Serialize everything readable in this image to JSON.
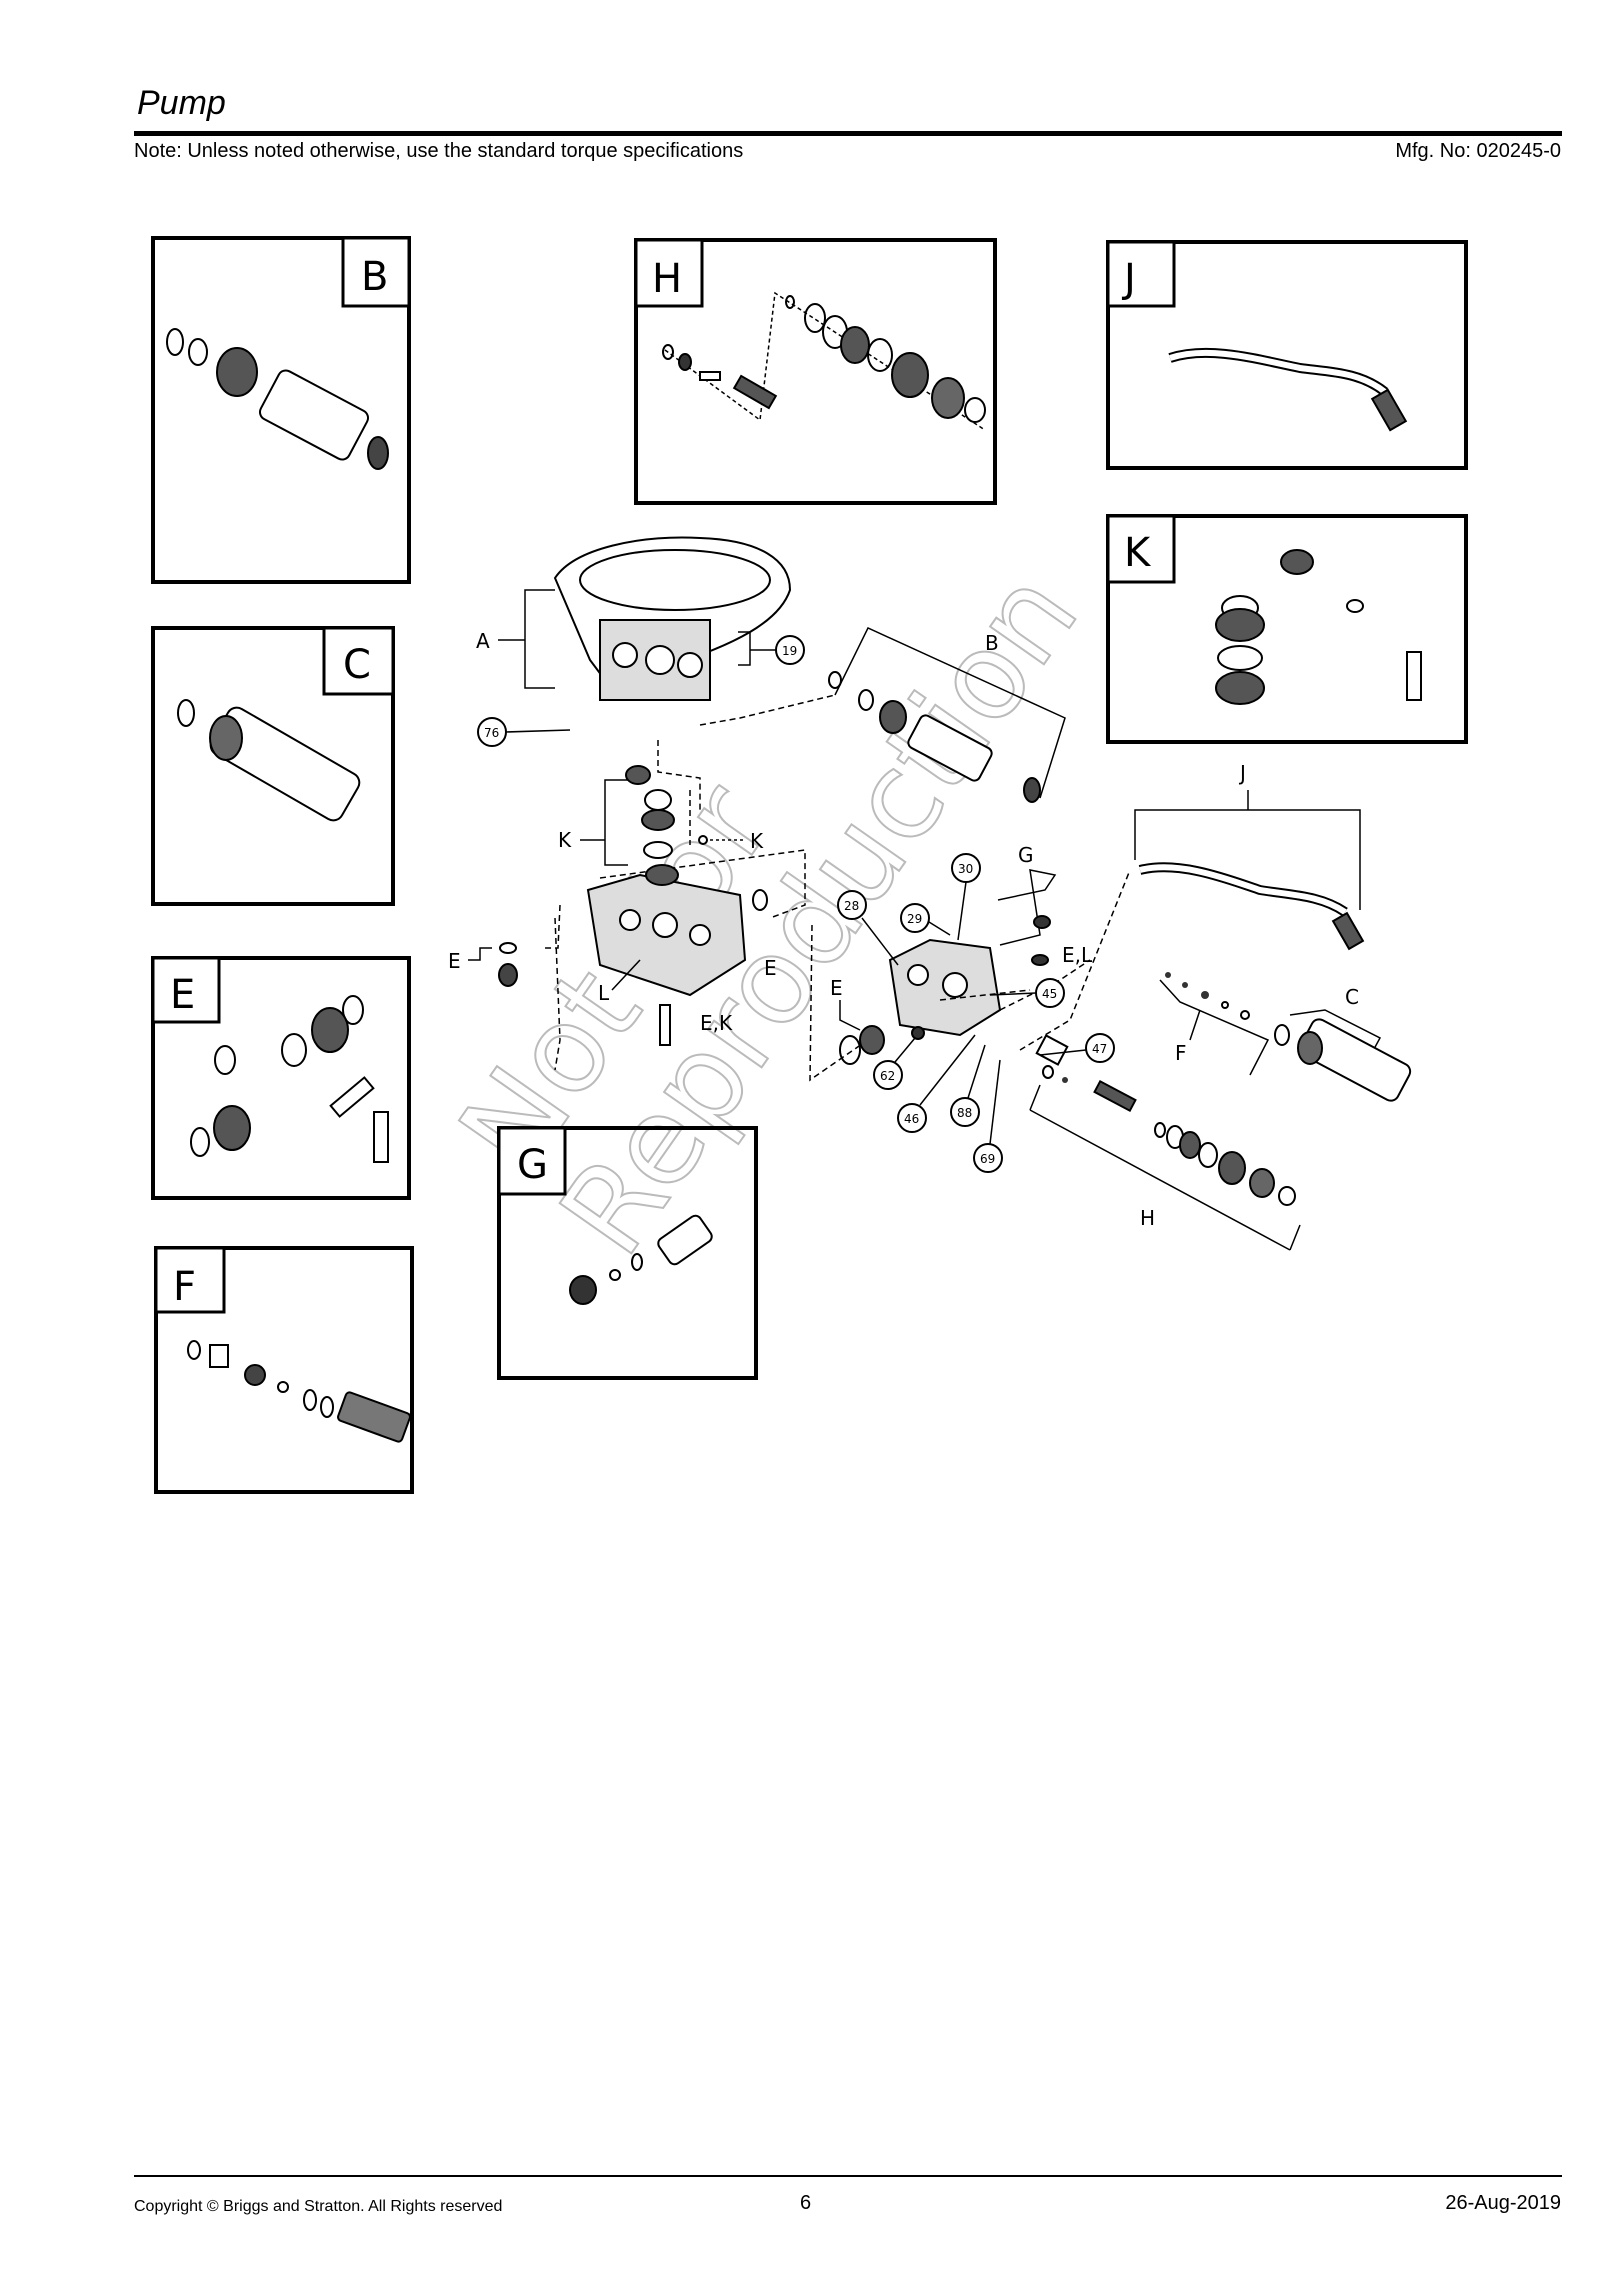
{
  "header": {
    "title": "Pump",
    "note": "Note: Unless noted otherwise, use the standard torque specifications",
    "mfg_no": "Mfg. No: 020245-0"
  },
  "panels": {
    "b": "B",
    "c": "C",
    "e": "E",
    "f": "F",
    "g": "G",
    "h": "H",
    "j": "J",
    "k": "K"
  },
  "labels": {
    "a": "A",
    "b": "B",
    "c": "C",
    "e1": "E",
    "e2": "E",
    "e3": "E",
    "el": "E,L",
    "ek": "E,K",
    "f": "F",
    "g": "G",
    "h": "H",
    "j": "J",
    "k1": "K",
    "k2": "K",
    "l": "L"
  },
  "callouts": {
    "c19": "19",
    "c28": "28",
    "c29": "29",
    "c30": "30",
    "c45": "45",
    "c46": "46",
    "c47": "47",
    "c62": "62",
    "c69": "69",
    "c76": "76",
    "c88": "88"
  },
  "watermark": {
    "line1": "Not For",
    "line2": "Reproduction"
  },
  "footer": {
    "copyright": "Copyright ©  Briggs and Stratton. All Rights reserved",
    "page": "6",
    "date": "26-Aug-2019"
  }
}
